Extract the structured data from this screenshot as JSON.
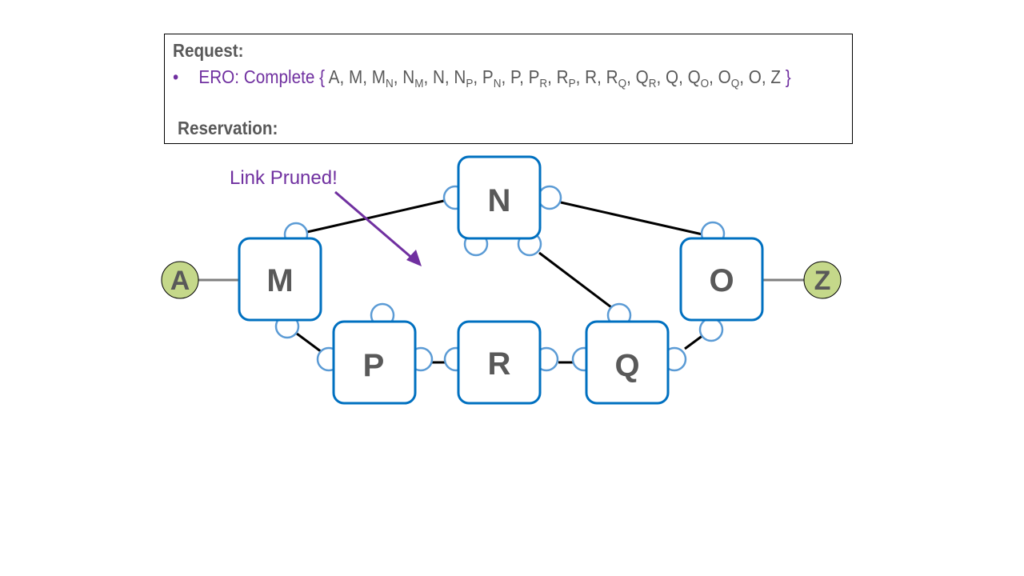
{
  "request_box": {
    "request_label": "Request:",
    "ero_prefix": "ERO: Complete",
    "open_brace": "{",
    "close_brace": "}",
    "hops": [
      {
        "main": "A",
        "sub": ""
      },
      {
        "main": "M",
        "sub": ""
      },
      {
        "main": "M",
        "sub": "N"
      },
      {
        "main": "N",
        "sub": "M"
      },
      {
        "main": "N",
        "sub": ""
      },
      {
        "main": "N",
        "sub": "P"
      },
      {
        "main": "P",
        "sub": "N"
      },
      {
        "main": "P",
        "sub": ""
      },
      {
        "main": "P",
        "sub": "R"
      },
      {
        "main": "R",
        "sub": "P"
      },
      {
        "main": "R",
        "sub": ""
      },
      {
        "main": "R",
        "sub": "Q"
      },
      {
        "main": "Q",
        "sub": "R"
      },
      {
        "main": "Q",
        "sub": ""
      },
      {
        "main": "Q",
        "sub": "O"
      },
      {
        "main": "O",
        "sub": "Q"
      },
      {
        "main": "O",
        "sub": ""
      },
      {
        "main": "Z",
        "sub": ""
      }
    ],
    "reservation_label": "Reservation:"
  },
  "diagram": {
    "annotation": "Link Pruned!",
    "colors": {
      "node_border": "#0070c0",
      "port_border": "#5b9bd5",
      "endpoint_fill": "#c5d88a",
      "annotation": "#7030a0",
      "text": "#595959"
    },
    "nodes": {
      "N": "N",
      "M": "M",
      "O": "O",
      "P": "P",
      "R": "R",
      "Q": "Q"
    },
    "endpoints": {
      "A": "A",
      "Z": "Z"
    }
  }
}
